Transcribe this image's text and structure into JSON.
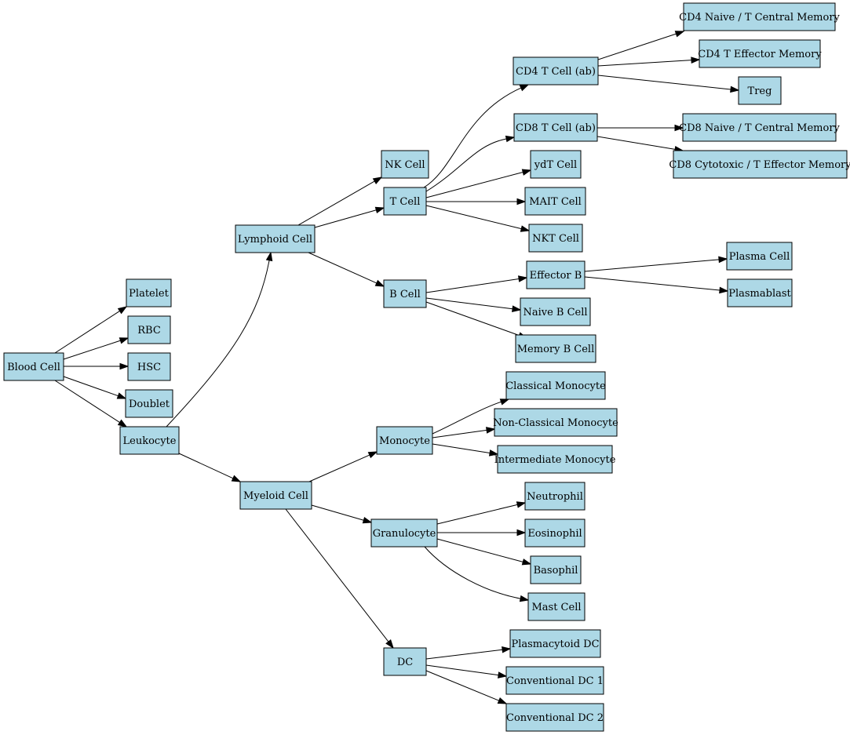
{
  "diagram": {
    "node_fill": "#add8e6",
    "node_stroke": "#000000",
    "edge_color": "#000000",
    "nodes": [
      {
        "id": "blood",
        "label": "Blood Cell"
      },
      {
        "id": "platelet",
        "label": "Platelet"
      },
      {
        "id": "rbc",
        "label": "RBC"
      },
      {
        "id": "hsc",
        "label": "HSC"
      },
      {
        "id": "doublet",
        "label": "Doublet"
      },
      {
        "id": "leuko",
        "label": "Leukocyte"
      },
      {
        "id": "lymph",
        "label": "Lymphoid Cell"
      },
      {
        "id": "myeloid",
        "label": "Myeloid Cell"
      },
      {
        "id": "nk",
        "label": "NK Cell"
      },
      {
        "id": "tcell",
        "label": "T Cell"
      },
      {
        "id": "bcell",
        "label": "B Cell"
      },
      {
        "id": "cd4",
        "label": "CD4 T Cell (ab)"
      },
      {
        "id": "cd8",
        "label": "CD8 T Cell (ab)"
      },
      {
        "id": "ydt",
        "label": "ydT Cell"
      },
      {
        "id": "mait",
        "label": "MAIT Cell"
      },
      {
        "id": "nkt",
        "label": "NKT Cell"
      },
      {
        "id": "cd4naive",
        "label": "CD4 Naive / T Central Memory"
      },
      {
        "id": "cd4eff",
        "label": "CD4 T Effector Memory"
      },
      {
        "id": "treg",
        "label": "Treg"
      },
      {
        "id": "cd8naive",
        "label": "CD8 Naive / T Central Memory"
      },
      {
        "id": "cd8cyto",
        "label": "CD8 Cytotoxic / T Effector Memory"
      },
      {
        "id": "effb",
        "label": "Effector B"
      },
      {
        "id": "naiveb",
        "label": "Naive B Cell"
      },
      {
        "id": "memb",
        "label": "Memory B Cell"
      },
      {
        "id": "plasma",
        "label": "Plasma Cell"
      },
      {
        "id": "plasmablast",
        "label": "Plasmablast"
      },
      {
        "id": "mono",
        "label": "Monocyte"
      },
      {
        "id": "gran",
        "label": "Granulocyte"
      },
      {
        "id": "dc",
        "label": "DC"
      },
      {
        "id": "classmono",
        "label": "Classical Monocyte"
      },
      {
        "id": "nonclassmono",
        "label": "Non-Classical Monocyte"
      },
      {
        "id": "intermono",
        "label": "Intermediate Monocyte"
      },
      {
        "id": "neutro",
        "label": "Neutrophil"
      },
      {
        "id": "eosino",
        "label": "Eosinophil"
      },
      {
        "id": "baso",
        "label": "Basophil"
      },
      {
        "id": "mast",
        "label": "Mast Cell"
      },
      {
        "id": "pdc",
        "label": "Plasmacytoid DC"
      },
      {
        "id": "cdc1",
        "label": "Conventional DC 1"
      },
      {
        "id": "cdc2",
        "label": "Conventional DC 2"
      }
    ],
    "edges": [
      {
        "from": "blood",
        "to": "platelet"
      },
      {
        "from": "blood",
        "to": "rbc"
      },
      {
        "from": "blood",
        "to": "hsc"
      },
      {
        "from": "blood",
        "to": "doublet"
      },
      {
        "from": "blood",
        "to": "leuko"
      },
      {
        "from": "leuko",
        "to": "lymph"
      },
      {
        "from": "leuko",
        "to": "myeloid"
      },
      {
        "from": "lymph",
        "to": "nk"
      },
      {
        "from": "lymph",
        "to": "tcell"
      },
      {
        "from": "lymph",
        "to": "bcell"
      },
      {
        "from": "tcell",
        "to": "cd4"
      },
      {
        "from": "tcell",
        "to": "cd8"
      },
      {
        "from": "tcell",
        "to": "ydt"
      },
      {
        "from": "tcell",
        "to": "mait"
      },
      {
        "from": "tcell",
        "to": "nkt"
      },
      {
        "from": "cd4",
        "to": "cd4naive"
      },
      {
        "from": "cd4",
        "to": "cd4eff"
      },
      {
        "from": "cd4",
        "to": "treg"
      },
      {
        "from": "cd8",
        "to": "cd8naive"
      },
      {
        "from": "cd8",
        "to": "cd8cyto"
      },
      {
        "from": "bcell",
        "to": "effb"
      },
      {
        "from": "bcell",
        "to": "naiveb"
      },
      {
        "from": "bcell",
        "to": "memb"
      },
      {
        "from": "effb",
        "to": "plasma"
      },
      {
        "from": "effb",
        "to": "plasmablast"
      },
      {
        "from": "myeloid",
        "to": "mono"
      },
      {
        "from": "myeloid",
        "to": "gran"
      },
      {
        "from": "myeloid",
        "to": "dc"
      },
      {
        "from": "mono",
        "to": "classmono"
      },
      {
        "from": "mono",
        "to": "nonclassmono"
      },
      {
        "from": "mono",
        "to": "intermono"
      },
      {
        "from": "gran",
        "to": "neutro"
      },
      {
        "from": "gran",
        "to": "eosino"
      },
      {
        "from": "gran",
        "to": "baso"
      },
      {
        "from": "gran",
        "to": "mast"
      },
      {
        "from": "dc",
        "to": "pdc"
      },
      {
        "from": "dc",
        "to": "cdc1"
      },
      {
        "from": "dc",
        "to": "cdc2"
      }
    ]
  }
}
